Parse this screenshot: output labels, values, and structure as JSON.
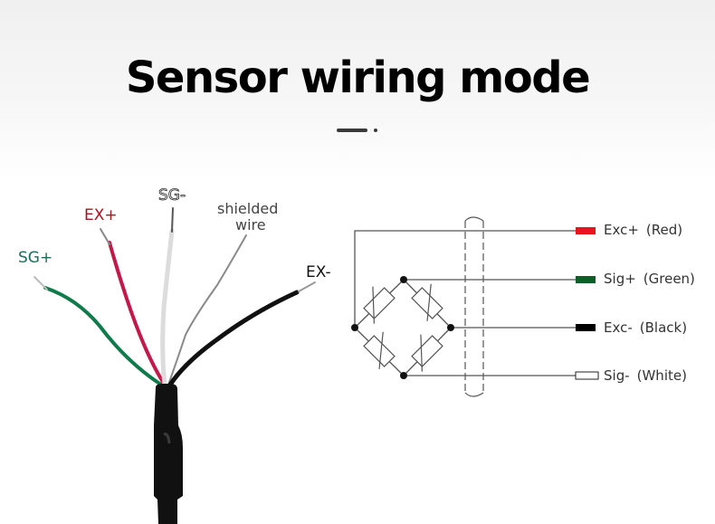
{
  "header": {
    "title": "Sensor wiring mode"
  },
  "cable_photo": {
    "wires": [
      {
        "id": "sg-plus",
        "label": "SG+",
        "color": "#0f7a4a",
        "label_color": "#1f6b5a"
      },
      {
        "id": "ex-plus",
        "label": "EX+",
        "color": "#c4174a",
        "label_color": "#a8141e"
      },
      {
        "id": "sg-minus",
        "label": "SG-",
        "color": "#e8e8e8",
        "label_color": "#ffffff"
      },
      {
        "id": "shield",
        "label_line1": "shielded",
        "label_line2": "wire",
        "color": "#8a8a8a",
        "label_color": "#444444"
      },
      {
        "id": "ex-minus",
        "label": "EX-",
        "color": "#111111",
        "label_color": "#111111"
      }
    ]
  },
  "bridge_diagram": {
    "outputs": [
      {
        "name": "Exc+",
        "color_name": "(Red)",
        "swatch": "#e8141c"
      },
      {
        "name": "Sig+",
        "color_name": "(Green)",
        "swatch": "#0e5e28"
      },
      {
        "name": "Exc-",
        "color_name": "(Black)",
        "swatch": "#000000"
      },
      {
        "name": "Sig-",
        "color_name": "(White)",
        "swatch": "#ffffff"
      }
    ],
    "line_color": "#555555"
  }
}
